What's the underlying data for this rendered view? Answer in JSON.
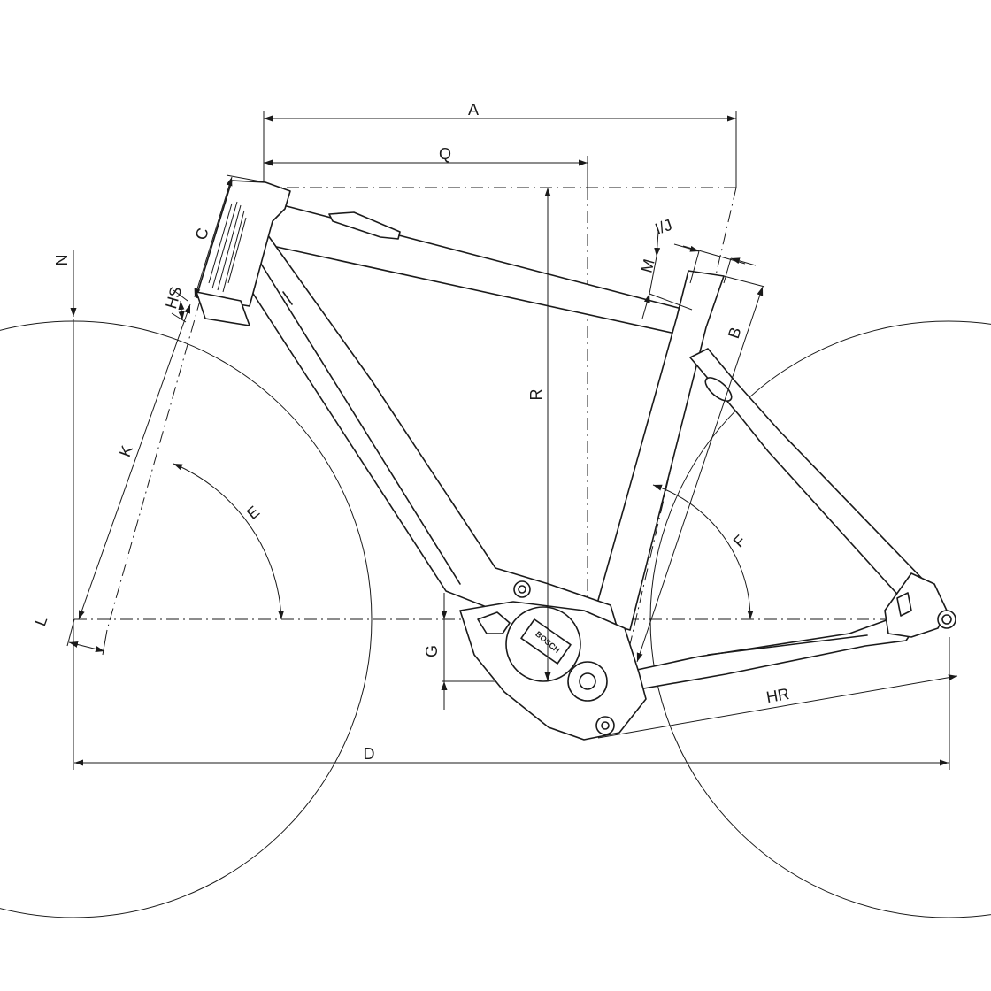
{
  "labels": {
    "a": "A",
    "q": "Q",
    "r": "R",
    "ij": "I/J",
    "m": "M",
    "b": "B",
    "c": "C",
    "hs": "HS",
    "n": "N",
    "k": "K",
    "e": "E",
    "f": "F",
    "l": "L",
    "g": "G",
    "d": "D",
    "hr": "HR"
  },
  "motor_brand": "BOSCH"
}
